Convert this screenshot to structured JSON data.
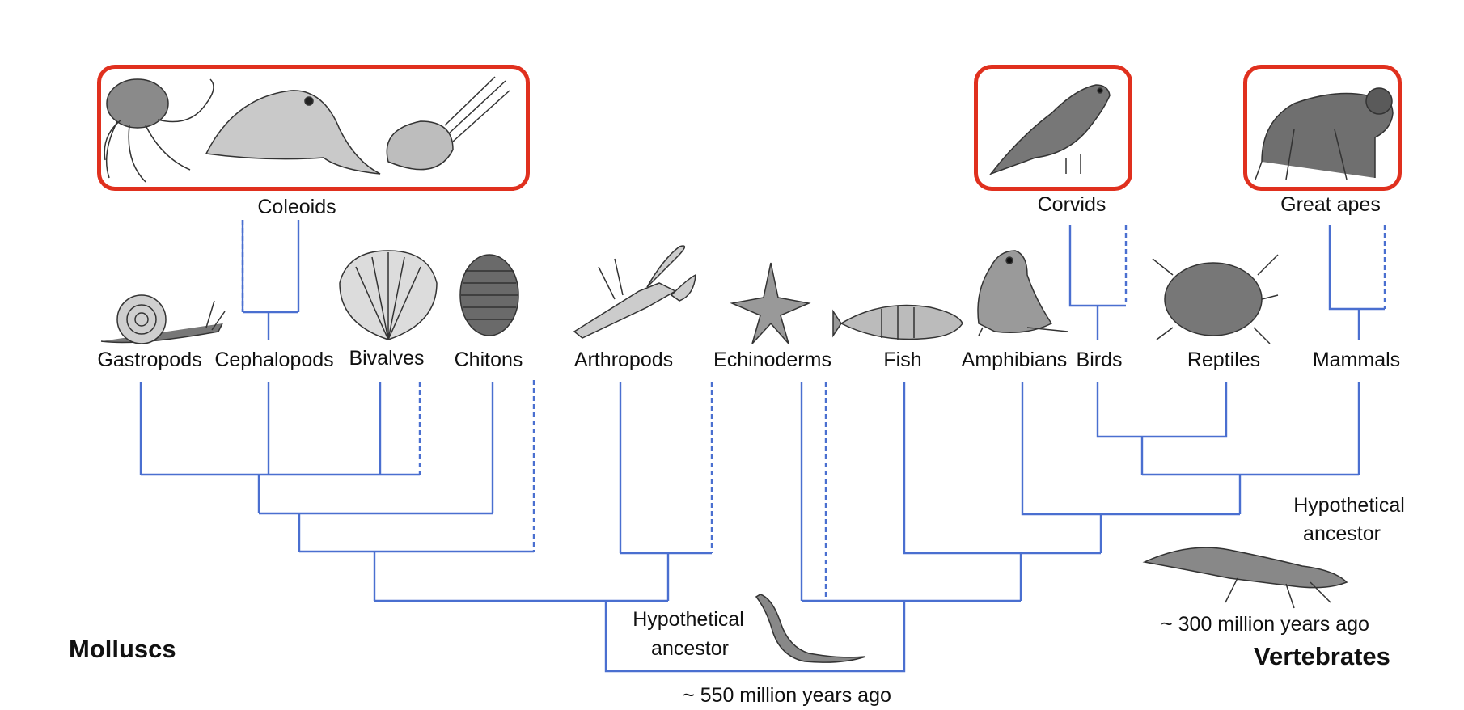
{
  "colors": {
    "tree_line": "#4a6fd0",
    "highlight_box": "#e0301e",
    "text": "#111111",
    "illustration": "#555555"
  },
  "groups": {
    "molluscs": "Molluscs",
    "vertebrates": "Vertebrates"
  },
  "highlights": {
    "coleoids": "Coleoids",
    "corvids": "Corvids",
    "great_apes": "Great apes"
  },
  "taxa": {
    "gastropods": "Gastropods",
    "cephalopods": "Cephalopods",
    "bivalves": "Bivalves",
    "chitons": "Chitons",
    "arthropods": "Arthropods",
    "echinoderms": "Echinoderms",
    "fish": "Fish",
    "amphibians": "Amphibians",
    "birds": "Birds",
    "reptiles": "Reptiles",
    "mammals": "Mammals"
  },
  "ancestors": {
    "root_label_line1": "Hypothetical",
    "root_label_line2": "ancestor",
    "root_time": "~ 550 million years ago",
    "amniote_label_line1": "Hypothetical",
    "amniote_label_line2": "ancestor",
    "amniote_time": "~ 300 million years ago"
  },
  "icons": [
    "octopus-icon",
    "cuttlefish-icon",
    "squid-icon",
    "crow-icon",
    "chimpanzee-icon",
    "snail-icon",
    "scallop-icon",
    "chiton-icon",
    "lobster-icon",
    "starfish-icon",
    "perch-icon",
    "frog-icon",
    "turtle-icon",
    "worm-icon",
    "reptile-ancestor-icon"
  ]
}
